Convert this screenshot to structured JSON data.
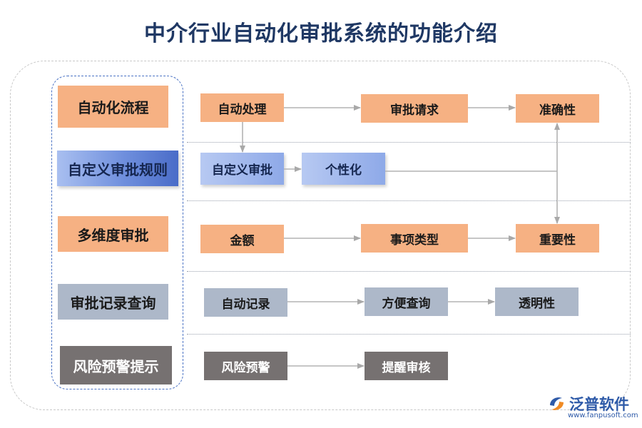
{
  "title": "中介行业自动化审批系统的功能介绍",
  "categories": [
    "自动化流程",
    "自定义审批规则",
    "多维度审批",
    "审批记录查询",
    "风险预警提示"
  ],
  "rows": [
    [
      "自动处理",
      "审批请求",
      "准确性"
    ],
    [
      "自定义审批",
      "个性化"
    ],
    [
      "金额",
      "事项类型",
      "重要性"
    ],
    [
      "自动记录",
      "方便查询",
      "透明性"
    ],
    [
      "风险预警",
      "提醒审核"
    ]
  ],
  "logo": {
    "name": "泛普软件",
    "url": "www.fanpusoft.com",
    "icon": "fanpu-logo-icon"
  },
  "colors": {
    "orange": "#f6b183",
    "blue": "#6f8fdd",
    "grey": "#adb8c9",
    "dark": "#767171",
    "title": "#1f3864"
  }
}
